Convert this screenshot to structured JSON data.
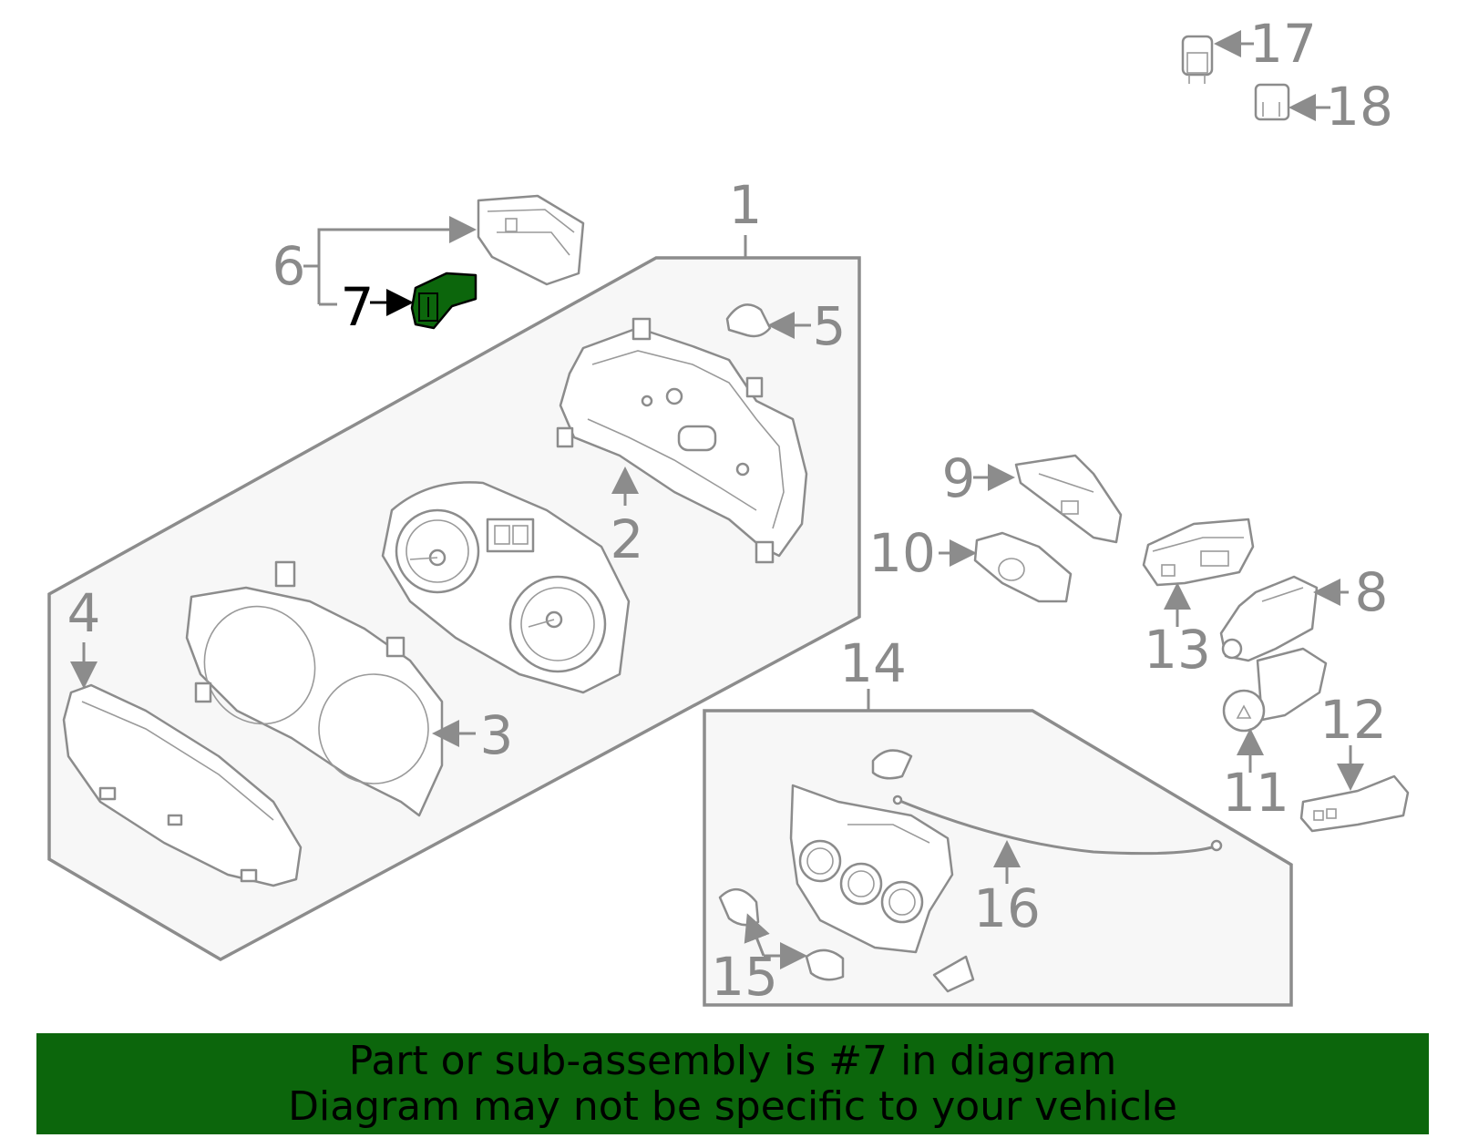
{
  "callouts": [
    {
      "id": "1",
      "label": "1"
    },
    {
      "id": "2",
      "label": "2"
    },
    {
      "id": "3",
      "label": "3"
    },
    {
      "id": "4",
      "label": "4"
    },
    {
      "id": "5",
      "label": "5"
    },
    {
      "id": "6",
      "label": "6"
    },
    {
      "id": "7",
      "label": "7",
      "highlighted": true
    },
    {
      "id": "8",
      "label": "8"
    },
    {
      "id": "9",
      "label": "9"
    },
    {
      "id": "10",
      "label": "10"
    },
    {
      "id": "11",
      "label": "11"
    },
    {
      "id": "12",
      "label": "12"
    },
    {
      "id": "13",
      "label": "13"
    },
    {
      "id": "14",
      "label": "14"
    },
    {
      "id": "15",
      "label": "15"
    },
    {
      "id": "16",
      "label": "16"
    },
    {
      "id": "17",
      "label": "17"
    },
    {
      "id": "18",
      "label": "18"
    }
  ],
  "highlight": {
    "part": "7",
    "color": "#0c660c"
  },
  "banner": {
    "line1": "Part or sub-assembly is #7 in diagram",
    "line2": "Diagram may not be specific to your vehicle",
    "background": "#0c660c"
  },
  "colors": {
    "linework": "#8c8c8c",
    "callout_text": "#8a8a8a",
    "highlight_text": "#000000"
  }
}
